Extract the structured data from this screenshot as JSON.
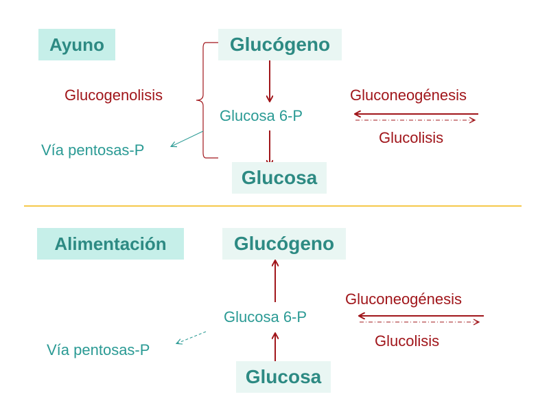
{
  "fasting": {
    "section_label": "Ayuno",
    "glycogen": "Glucógeno",
    "glycogenolysis": "Glucogenolisis",
    "glucose_6p": "Glucosa 6-P",
    "pentose_pathway": "Vía pentosas-P",
    "glucose": "Glucosa",
    "gluconeogenesis": "Gluconeogénesis",
    "glycolysis": "Glucolisis"
  },
  "fed": {
    "section_label": "Alimentación",
    "glycogen": "Glucógeno",
    "glucose_6p": "Glucosa 6-P",
    "pentose_pathway": "Vía pentosas-P",
    "glucose": "Glucosa",
    "gluconeogenesis": "Gluconeogénesis",
    "glycolysis": "Glucolisis"
  },
  "colors": {
    "teal_text": "#2a9a94",
    "dark_red": "#a0151a",
    "section_fill": "#c6efe9",
    "node_fill": "#e9f6f3",
    "divider": "#f5c84a"
  }
}
